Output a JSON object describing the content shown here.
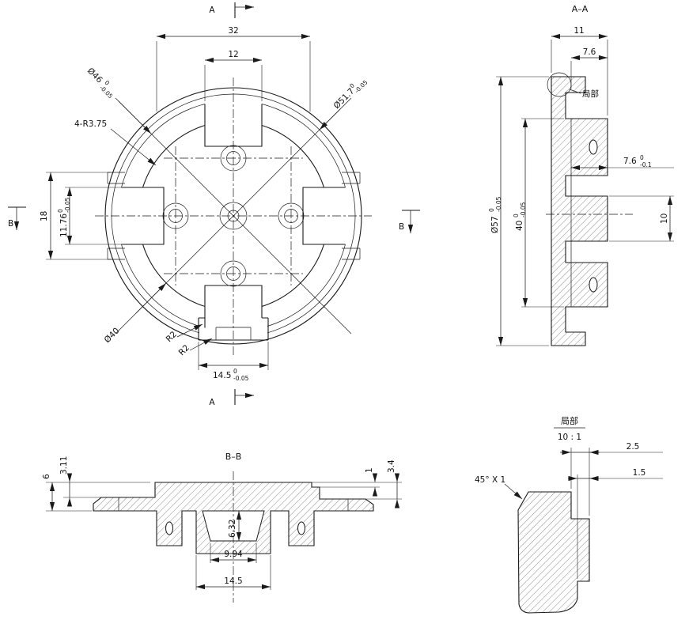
{
  "front_view": {
    "section_marker_top": "A",
    "section_marker_bottom": "A",
    "section_marker_left": "B",
    "section_marker_right": "B",
    "dim_32": "32",
    "dim_12": "12",
    "dim_dia46": "Ø46",
    "dim_dia46_tol_up": "0",
    "dim_dia46_tol_low": "-0.05",
    "dim_dia51_7": "Ø51.7",
    "dim_dia51_7_tol_up": "0",
    "dim_dia51_7_tol_low": "-0.05",
    "dim_4r375": "4-R3.75",
    "dim_18": "18",
    "dim_11_76": "11.76",
    "dim_11_76_tol_up": "0",
    "dim_11_76_tol_low": "-0.05",
    "dim_dia40": "Ø40",
    "dim_r2_a": "R2",
    "dim_r2_b": "R2",
    "dim_14_5": "14.5",
    "dim_14_5_tol_up": "0",
    "dim_14_5_tol_low": "-0.05"
  },
  "section_aa": {
    "title": "A–A",
    "dim_11": "11",
    "dim_7_6_top": "7.6",
    "detail_callout": "局部",
    "dim_dia57": "Ø57",
    "dim_dia57_tol_up": "0",
    "dim_dia57_tol_low": "-0.05",
    "dim_40": "40",
    "dim_40_tol_up": "0",
    "dim_40_tol_low": "-0.05",
    "dim_7_6_right": "7.6",
    "dim_7_6_right_tol_up": "0",
    "dim_7_6_right_tol_low": "-0.1",
    "dim_10": "10"
  },
  "section_bb": {
    "title": "B–B",
    "dim_6": "6",
    "dim_3_11": "3.11",
    "dim_1": "1",
    "dim_3_4": "3.4",
    "dim_6_32": "6.32",
    "dim_9_94": "9.94",
    "dim_14_5": "14.5"
  },
  "detail_view": {
    "title": "局部",
    "scale": "10 : 1",
    "dim_2_5": "2.5",
    "dim_1_5": "1.5",
    "chamfer_note": "45° X 1"
  }
}
